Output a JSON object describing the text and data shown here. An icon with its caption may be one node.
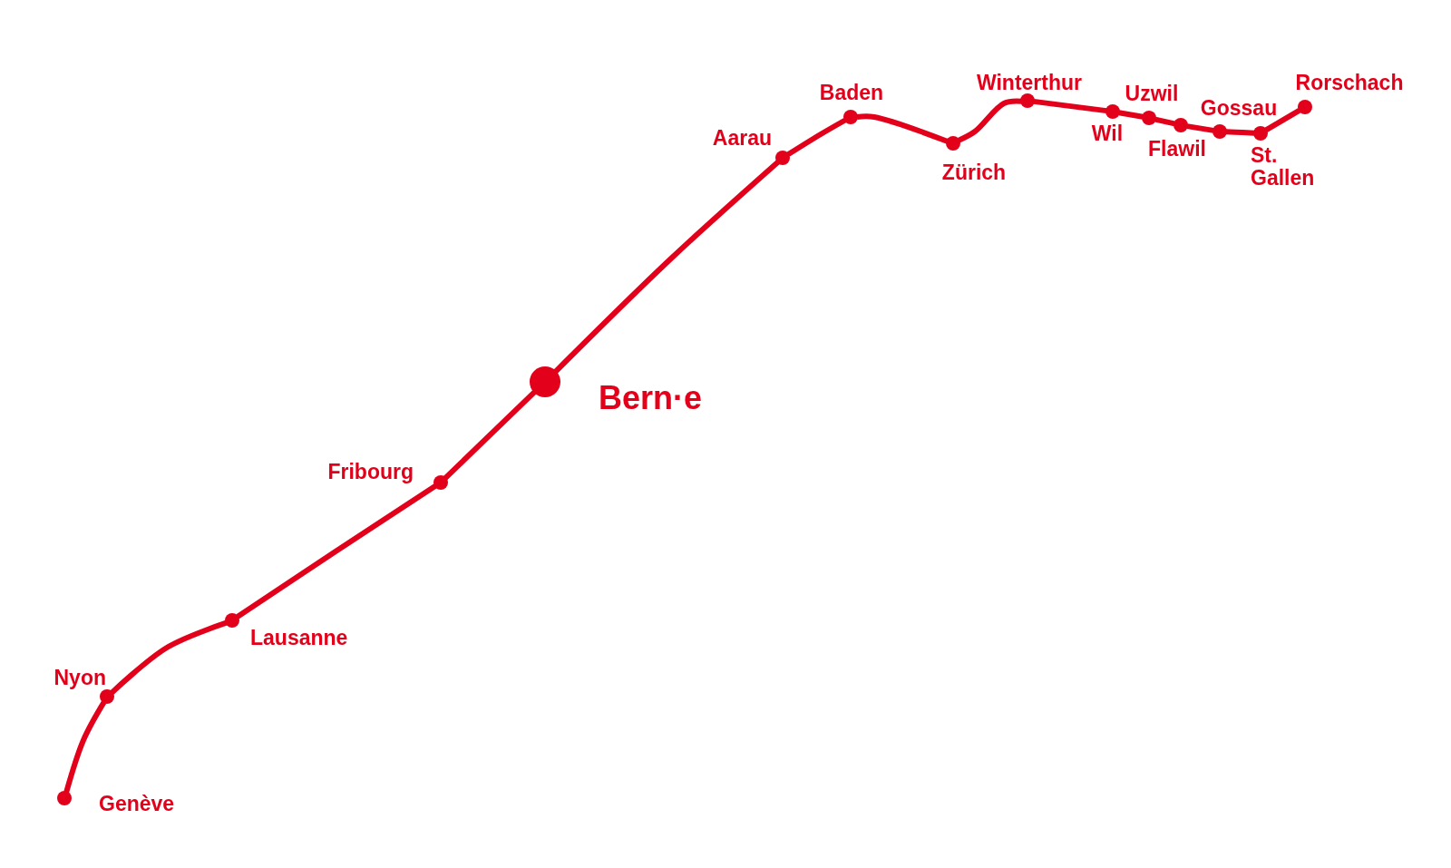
{
  "diagram": {
    "nodes": [
      {
        "text": [],
        "shape": "circle",
        "beside": [
          "Genève"
        ]
      },
      {
        "text": [],
        "shape": "circle",
        "beside": [
          "Nyon"
        ]
      },
      {
        "text": [],
        "shape": "circle",
        "beside": [
          "Lausanne"
        ]
      },
      {
        "text": [],
        "shape": "circle",
        "beside": [
          "Fribourg"
        ]
      },
      {
        "text": [],
        "shape": "circle",
        "beside": [
          "Bern·e"
        ]
      },
      {
        "text": [],
        "shape": "circle",
        "beside": [
          "Aarau"
        ]
      },
      {
        "text": [],
        "shape": "circle",
        "beside": [
          "Baden"
        ]
      },
      {
        "text": [],
        "shape": "circle",
        "beside": [
          "Zürich"
        ]
      },
      {
        "text": [],
        "shape": "circle",
        "beside": [
          "Winterthur"
        ]
      },
      {
        "text": [],
        "shape": "circle",
        "beside": [
          "Wil"
        ]
      },
      {
        "text": [],
        "shape": "circle",
        "beside": [
          "Uzwil"
        ]
      },
      {
        "text": [],
        "shape": "circle",
        "beside": [
          "Flawil"
        ]
      },
      {
        "text": [],
        "shape": "circle",
        "beside": [
          "Gossau"
        ]
      },
      {
        "text": [],
        "shape": "circle",
        "beside": [
          "St. Gallen"
        ]
      },
      {
        "text": [],
        "shape": "circle",
        "beside": [
          "Rorschach"
        ]
      }
    ],
    "edges": [
      {
        "from": 0,
        "to": 1,
        "arrow": "none"
      },
      {
        "from": 1,
        "to": 2,
        "arrow": "none"
      },
      {
        "from": 2,
        "to": 3,
        "arrow": "none"
      },
      {
        "from": 3,
        "to": 4,
        "arrow": "none"
      },
      {
        "from": 4,
        "to": 5,
        "arrow": "none"
      },
      {
        "from": 5,
        "to": 6,
        "arrow": "none"
      },
      {
        "from": 6,
        "to": 7,
        "arrow": "none"
      },
      {
        "from": 7,
        "to": 8,
        "arrow": "none"
      },
      {
        "from": 8,
        "to": 9,
        "arrow": "none"
      },
      {
        "from": 9,
        "to": 10,
        "arrow": "none"
      },
      {
        "from": 10,
        "to": 11,
        "arrow": "none"
      },
      {
        "from": 11,
        "to": 12,
        "arrow": "none"
      },
      {
        "from": 12,
        "to": 13,
        "arrow": "none"
      },
      {
        "from": 13,
        "to": 14,
        "arrow": "none"
      }
    ]
  }
}
